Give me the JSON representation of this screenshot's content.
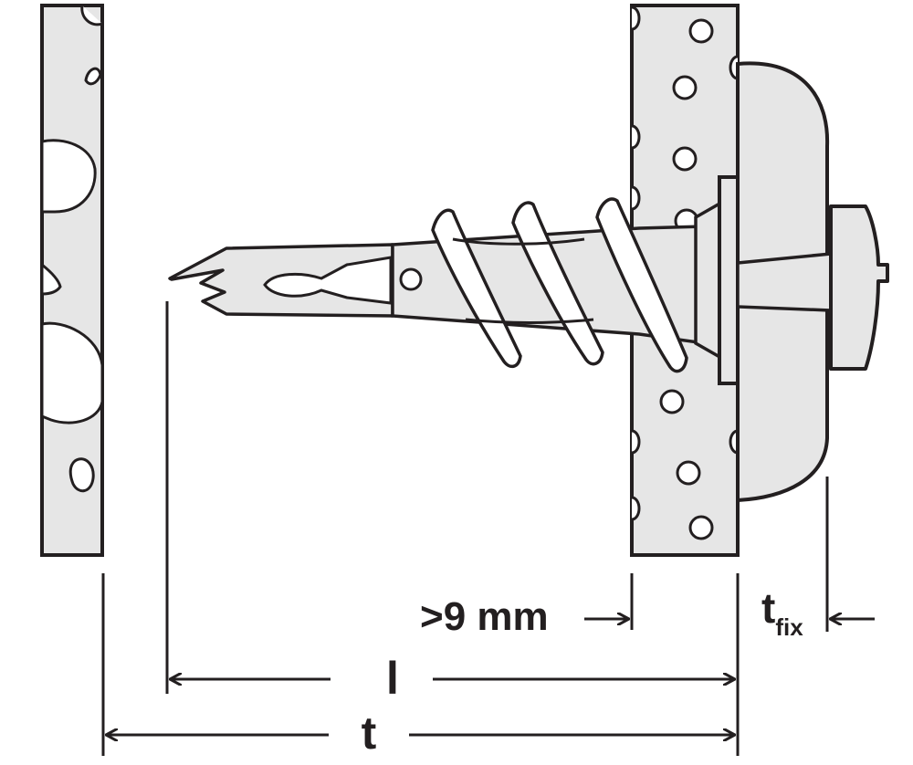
{
  "colors": {
    "line": "#231f20",
    "panel_fill": "#e6e6e6",
    "metal_fill": "#cfcfcf",
    "background": "#ffffff"
  },
  "labels": {
    "min_depth": ">9 mm",
    "screw_length": "l",
    "total_depth": "t",
    "t_fix_main": "t",
    "t_fix_sub": "fix"
  }
}
